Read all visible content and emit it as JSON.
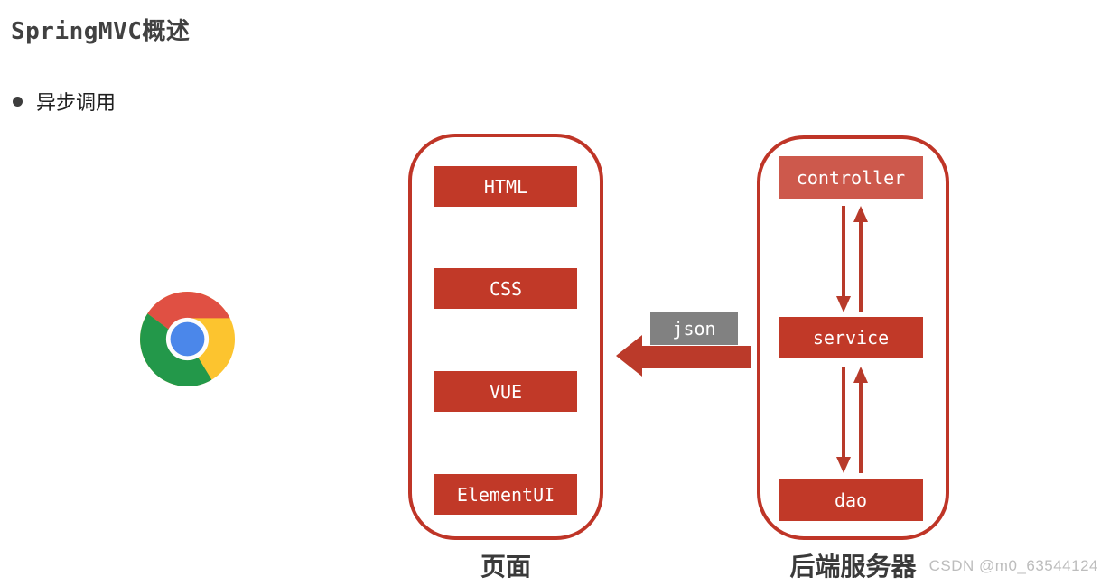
{
  "title": "SpringMVC概述",
  "bullets": [
    {
      "label": "异步调用"
    }
  ],
  "client": {
    "icon": "chrome-browser"
  },
  "page_panel": {
    "caption": "页面",
    "boxes": [
      {
        "label": "HTML"
      },
      {
        "label": "CSS"
      },
      {
        "label": "VUE"
      },
      {
        "label": "ElementUI"
      }
    ]
  },
  "server_panel": {
    "caption": "后端服务器",
    "boxes": [
      {
        "label": "controller"
      },
      {
        "label": "service"
      },
      {
        "label": "dao"
      }
    ]
  },
  "data_flow": {
    "label": "json",
    "direction": "left"
  },
  "watermark": "CSDN @m0_63544124",
  "colors": {
    "box_red": "#c13928",
    "controller_red": "#cd594c",
    "panel_border": "#bf3527",
    "arrow_red": "#b83a2a",
    "json_gray": "#818181",
    "title_gray": "#414141",
    "watermark_gray": "#bdbdbd"
  }
}
